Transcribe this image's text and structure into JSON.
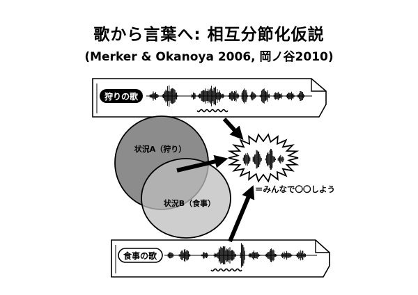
{
  "title": "歌から言葉へ: 相互分節化仮説",
  "subtitle": "(Merker & Okanoya 2006, 岡ノ谷2010)",
  "diagram": {
    "hunting_song_label": "狩りの歌",
    "meal_song_label": "食事の歌",
    "situation_a_label": "状況A（狩り）",
    "situation_b_label": "状況B（食事）",
    "result_caption": "＝みんなで〇〇しよう"
  },
  "colors": {
    "circle_a": "#8c8c8c",
    "circle_b": "#bdbdbd",
    "ink": "#000000"
  }
}
